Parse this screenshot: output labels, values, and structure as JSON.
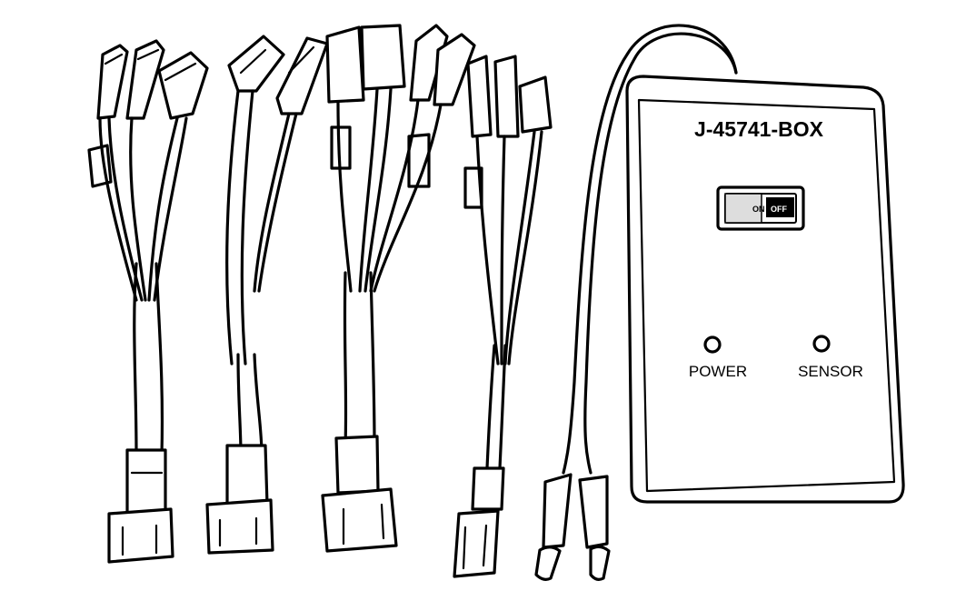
{
  "box": {
    "model": "J-45741-BOX",
    "switch_on": "ON",
    "switch_off": "OFF",
    "led_power": "POWER",
    "led_sensor": "SENSOR"
  }
}
